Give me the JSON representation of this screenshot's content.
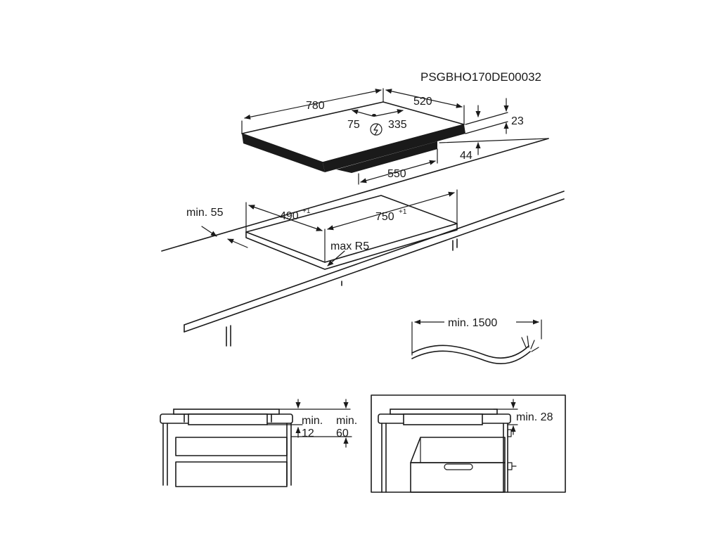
{
  "drawing_code": "PSGBHO170DE00032",
  "hob": {
    "width": "780",
    "depth": "520",
    "thickness": "23",
    "cable_offset_left": "75",
    "cable_offset_right": "335",
    "base_width": "550",
    "base_height": "44"
  },
  "cutout": {
    "depth": "490",
    "depth_tolerance": "+1",
    "width": "750",
    "width_tolerance": "+1",
    "front_clearance": "min. 55",
    "corner_radius": "max R5"
  },
  "cable": {
    "min_length": "min. 1500"
  },
  "install_drawer": {
    "clearance_a_line1": "min.",
    "clearance_a_line2": "12",
    "clearance_b_line1": "min.",
    "clearance_b_line2": "60"
  },
  "install_oven": {
    "clearance": "min. 28"
  },
  "icons": [
    "electric-supply-icon",
    "dimension-arrow-icon"
  ]
}
